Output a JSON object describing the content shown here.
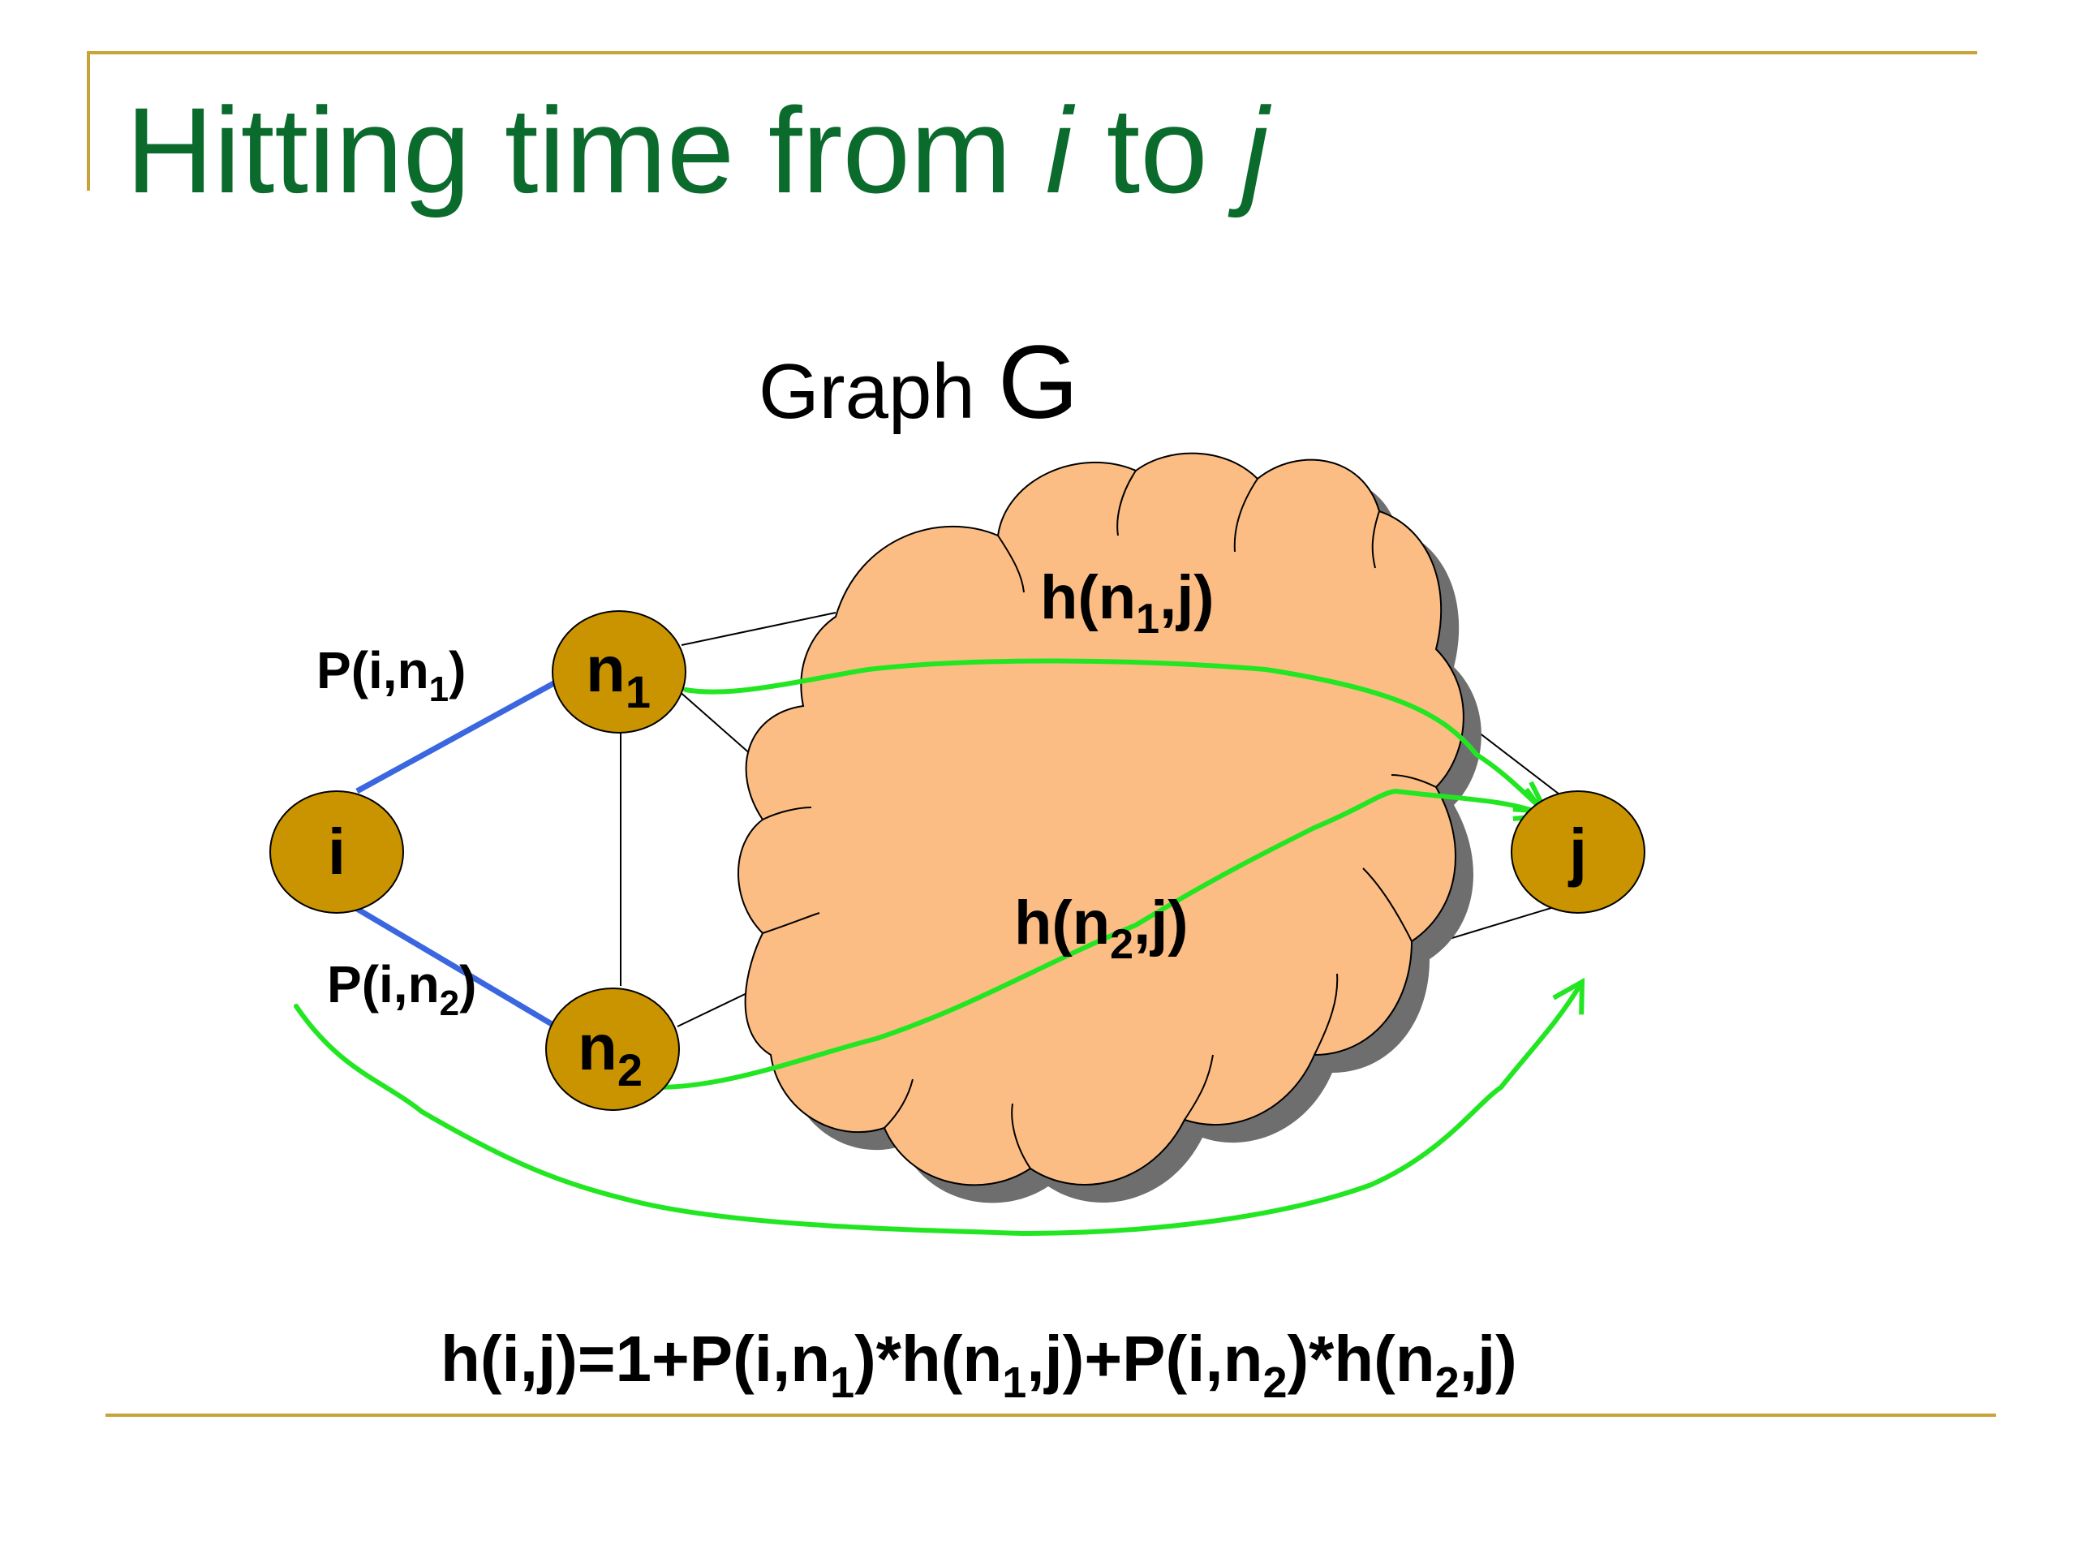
{
  "title": {
    "prefix": "Hitting time from ",
    "i": "i",
    "mid": " to ",
    "j": "j"
  },
  "graph_label": {
    "word": "Graph",
    "symbol": "G"
  },
  "nodes": {
    "i": {
      "label": "i"
    },
    "n1": {
      "base": "n",
      "sub": "1"
    },
    "n2": {
      "base": "n",
      "sub": "2"
    },
    "j": {
      "label": "j"
    }
  },
  "edge_labels": {
    "p_i_n1": {
      "pre": "P(i,n",
      "sub": "1",
      "post": ")"
    },
    "p_i_n2": {
      "pre": "P(i,n",
      "sub": "2",
      "post": ")"
    }
  },
  "cloud_labels": {
    "h_n1_j": {
      "pre": "h(n",
      "sub": "1",
      "post": ",j)"
    },
    "h_n2_j": {
      "pre": "h(n",
      "sub": "2",
      "post": ",j)"
    }
  },
  "formula": {
    "t1": "h(i,j)=1+P(i,n",
    "s1": "1",
    "t2": ")*h(n",
    "s2": "1",
    "t3": ",j)+P(i,n",
    "s3": "2",
    "t4": ")*h(n",
    "s4": "2",
    "t5": ",j)"
  },
  "colors": {
    "title": "#0b6b2c",
    "accent_rule": "#c8a23a",
    "node_fill": "#c99400",
    "cloud_fill": "#fbbd84",
    "path_green": "#22e622",
    "edge_blue": "#3a66e0"
  }
}
